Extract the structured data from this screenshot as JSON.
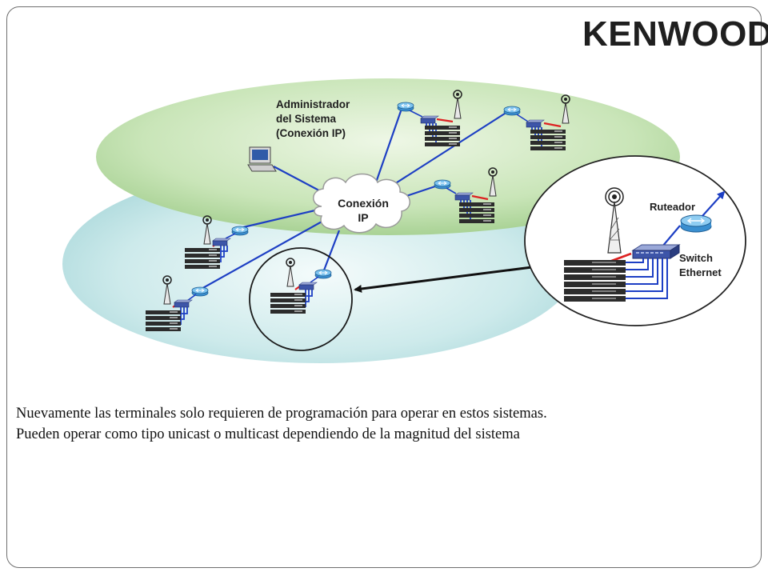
{
  "brand": {
    "logo_text": "KENWOOD"
  },
  "diagram": {
    "admin_label": [
      "Administrador",
      "del Sistema",
      "(Conexión IP)"
    ],
    "cloud_label": [
      "Conexión",
      "IP"
    ],
    "router_label": "Ruteador",
    "switch_label": [
      "Switch",
      "Ethernet"
    ],
    "colors": {
      "upper_plane": "#bcdcaa",
      "lower_plane": "#bfe4e6",
      "links": "#1d3fc4",
      "arrow": "#111111"
    }
  },
  "caption": {
    "line1": "Nuevamente las terminales solo requieren de programación para operar en estos sistemas.",
    "line2": "Pueden operar como tipo unicast o multicast dependiendo de la magnitud del sistema"
  }
}
